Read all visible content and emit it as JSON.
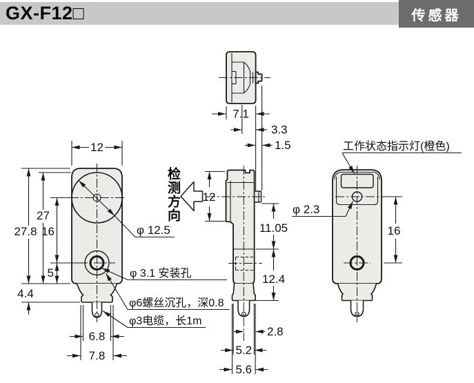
{
  "header": {
    "title": "GX-F12□",
    "badge": "传感器"
  },
  "annotations": {
    "detection_direction": "检测方向",
    "lens_diameter": "φ 12.5",
    "mounting_hole": "φ 3.1 安装孔",
    "counterbore": "φ6螺丝沉孔，深0.8",
    "cable": "φ3电缆，长1m",
    "indicator": "工作状态指示灯(橙色)",
    "indicator_hole": "φ 2.3"
  },
  "dims": {
    "front": {
      "width": "12",
      "overall_height": "27.8",
      "body_height": "27",
      "hole_pitch": "16",
      "hole_to_bottom": "5",
      "neck_height": "4.4",
      "neck_width": "6.8",
      "neck_lip_width": "7.8"
    },
    "side": {
      "face_height": "12",
      "upper_section": "11.05",
      "lower_section": "12.4",
      "cable_offset": "2.8",
      "neck_width": "5.2",
      "neck_lip_width": "5.6"
    },
    "top": {
      "depth": "7.1",
      "head_depth": "3.3",
      "boss_depth": "1.5"
    },
    "back": {
      "hole_pitch": "16"
    }
  }
}
